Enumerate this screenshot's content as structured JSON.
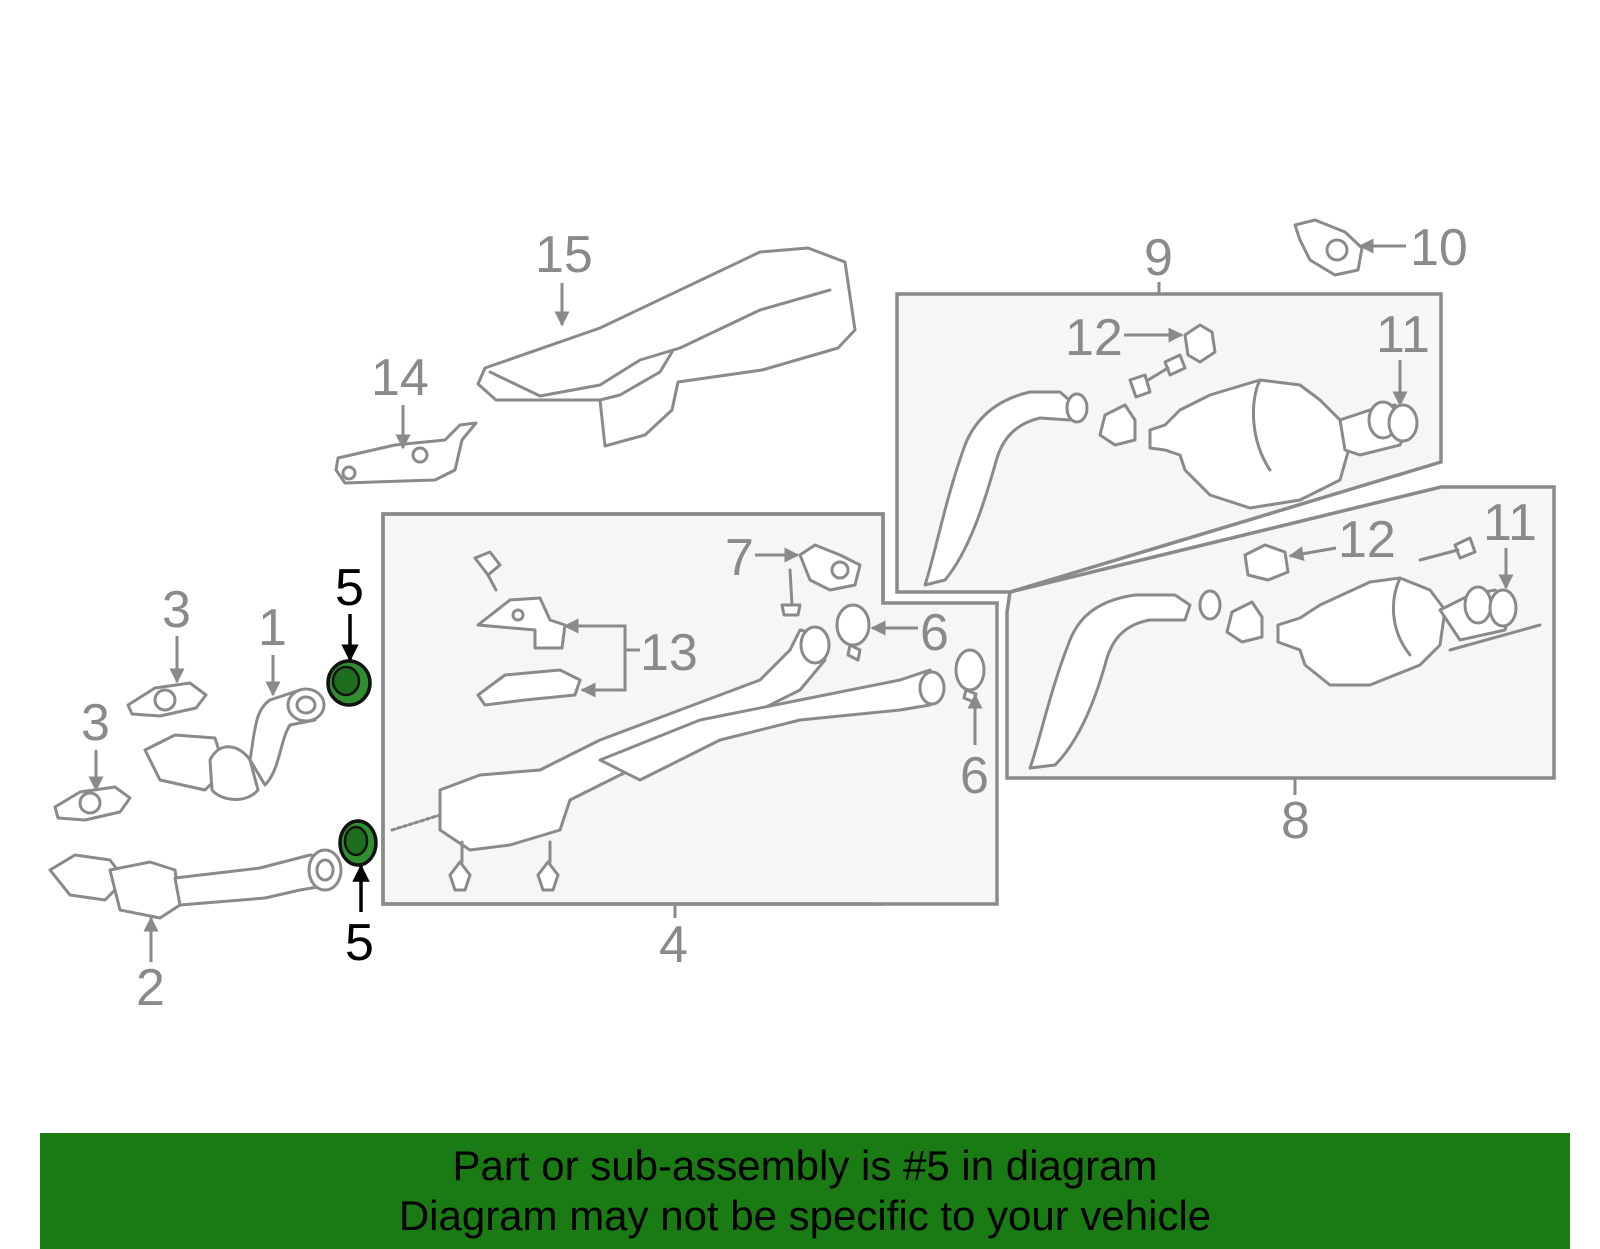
{
  "callouts": {
    "c1": "1",
    "c2": "2",
    "c3a": "3",
    "c3b": "3",
    "c4": "4",
    "c5a": "5",
    "c5b": "5",
    "c6a": "6",
    "c6b": "6",
    "c7": "7",
    "c8": "8",
    "c9": "9",
    "c10": "10",
    "c11a": "11",
    "c11b": "11",
    "c12a": "12",
    "c12b": "12",
    "c13": "13",
    "c14": "14",
    "c15": "15"
  },
  "highlight_part": "5",
  "colors": {
    "highlight_seal": "#2f8f2f",
    "banner_background": "#1a7a14",
    "line_gray": "#8a8a8a",
    "box_fill": "#f6f6f6"
  },
  "banner": {
    "line1": "Part or sub-assembly is #5 in diagram",
    "line2": "Diagram may not be specific to your vehicle"
  }
}
